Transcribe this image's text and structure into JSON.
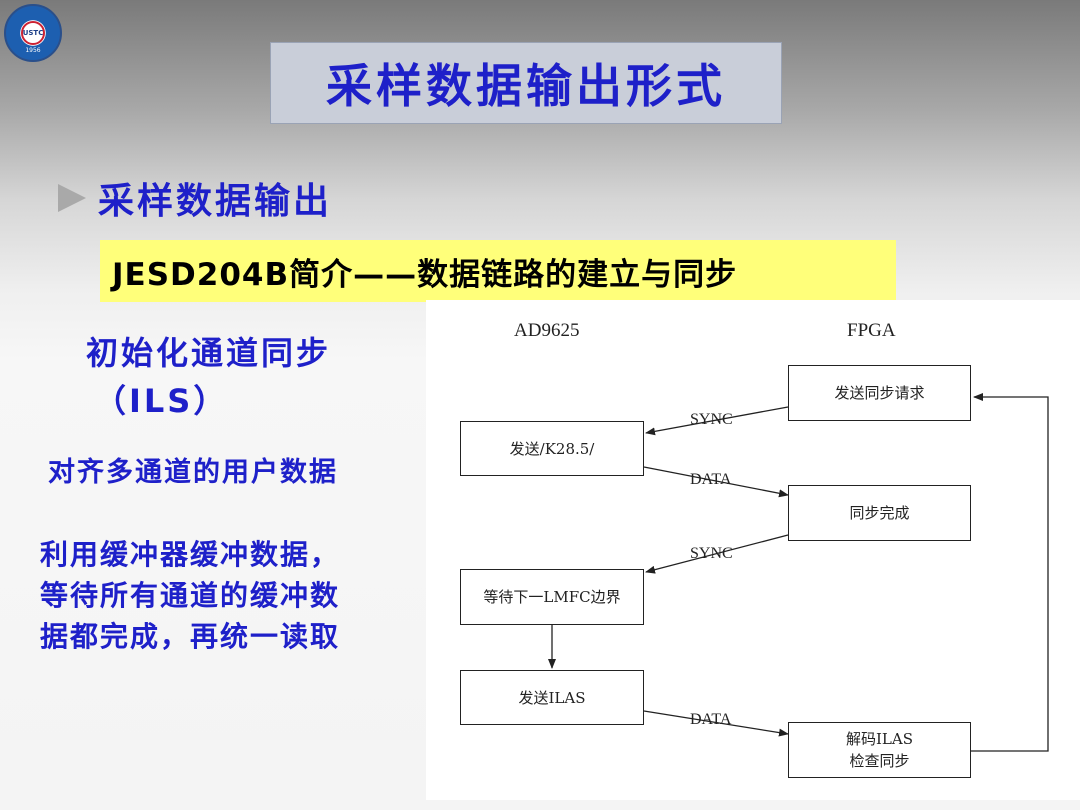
{
  "logo": {
    "center": "USTC",
    "year": "1956"
  },
  "title": "采样数据输出形式",
  "bullet": "采样数据输出",
  "banner": "JESD204B简介——数据链路的建立与同步",
  "left": {
    "heading1": "初始化通道同步",
    "heading2": "（ILS）",
    "line1": "对齐多通道的用户数据",
    "para": [
      "利用缓冲器缓冲数据，",
      "等待所有通道的缓冲数",
      "据都完成，再统一读取"
    ]
  },
  "diagram": {
    "columns": {
      "left": "AD9625",
      "right": "FPGA"
    },
    "boxes": {
      "send_sync_req": "发送同步请求",
      "send_k": "发送/K28.5/",
      "sync_done": "同步完成",
      "wait_lmfc": "等待下一LMFC边界",
      "send_ilas": "发送ILAS",
      "decode_1": "解码ILAS",
      "decode_2": "检查同步"
    },
    "arrows": {
      "sync1": "SYNC",
      "data1": "DATA",
      "sync2": "SYNC",
      "data2": "DATA"
    }
  }
}
